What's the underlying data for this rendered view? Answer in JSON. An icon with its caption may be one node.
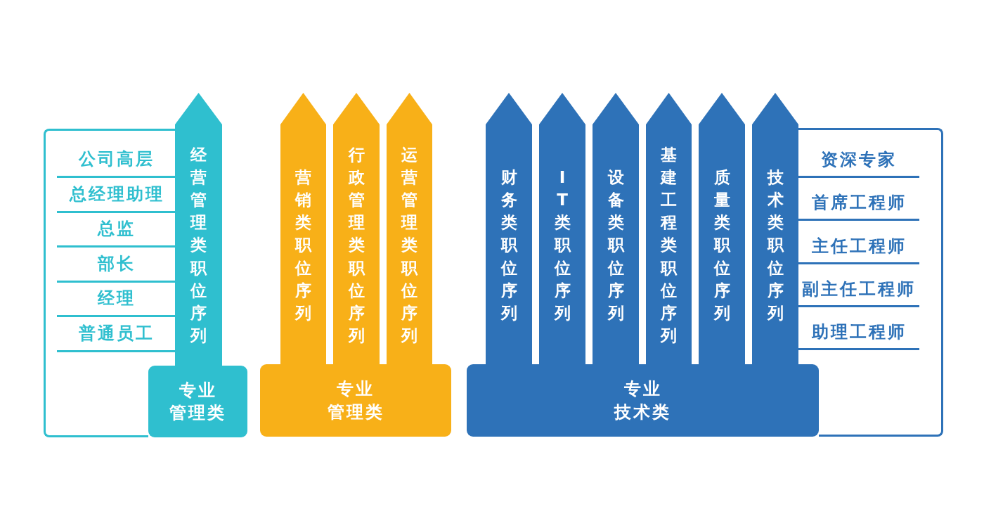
{
  "diagram": {
    "nodes": [
      {
        "text": [
          "公司高层",
          "总经理助理",
          "总监",
          "部长",
          "经理",
          "普通员工"
        ]
      },
      {
        "text": [
          "经营管理类职位序列"
        ]
      },
      {
        "text": [
          "专业",
          "管理类"
        ]
      },
      {
        "text": [
          "营销类职位序列"
        ]
      },
      {
        "text": [
          "行政管理类职位序列"
        ]
      },
      {
        "text": [
          "运营管理类职位序列"
        ]
      },
      {
        "text": [
          "专业",
          "管理类"
        ]
      },
      {
        "text": [
          "财务类职位序列"
        ]
      },
      {
        "text": [
          "IT类职位序列"
        ]
      },
      {
        "text": [
          "设备类职位序列"
        ]
      },
      {
        "text": [
          "基建工程类职位序列"
        ]
      },
      {
        "text": [
          "质量类职位序列"
        ]
      },
      {
        "text": [
          "技术类职位序列"
        ]
      },
      {
        "text": [
          "专业",
          "技术类"
        ]
      },
      {
        "text": [
          "资深专家",
          "首席工程师",
          "主任工程师",
          "副主任工程师",
          "助理工程师"
        ]
      }
    ]
  }
}
